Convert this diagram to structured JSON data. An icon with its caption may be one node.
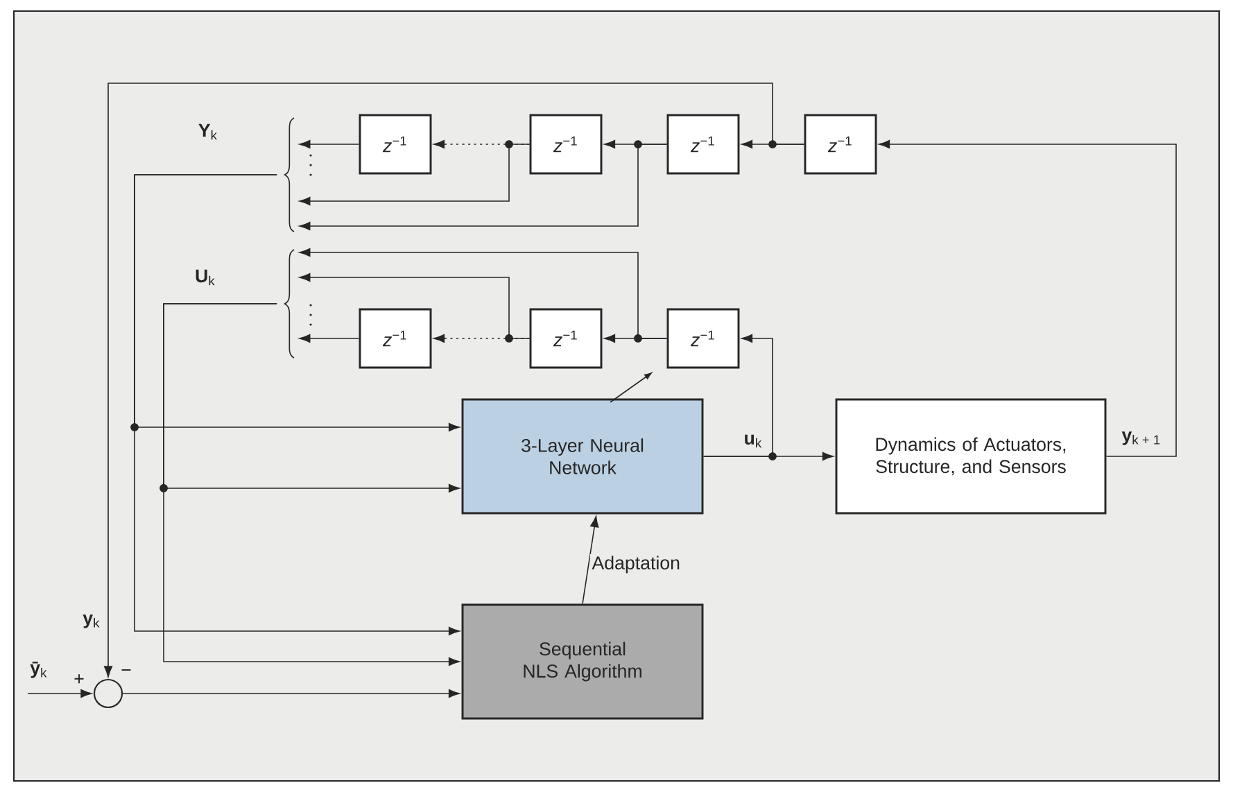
{
  "diagram": {
    "nodes": [
      {
        "text": [
          "*z*$^{−1}$"
        ]
      },
      {
        "text": [
          "*z*$^{−1}$"
        ]
      },
      {
        "text": [
          "*z*$^{−1}$"
        ]
      },
      {
        "text": [
          "*z*$^{−1}$"
        ]
      },
      {
        "text": [
          "*z*$^{−1}$"
        ]
      },
      {
        "text": [
          "*z*$^{−1}$"
        ]
      },
      {
        "text": [
          "*z*$^{−1}$"
        ]
      },
      {
        "text": [
          "3-Layer Neural Network"
        ]
      },
      {
        "text": [
          "Dynamics of Actuators, Structure, and Sensors"
        ]
      },
      {
        "text": [
          "Sequential NLS Algorithm"
        ]
      },
      {
        "text": [],
        "shape": "circle"
      },
      {
        "text": [],
        "shape": "brace",
        "beside": [
          "**Y**$_{k}$"
        ]
      },
      {
        "text": [],
        "shape": "brace",
        "beside": [
          "**U**$_{k}$"
        ]
      }
    ],
    "edges": [
      {
        "from": 3,
        "to": 2,
        "arrow": "to"
      },
      {
        "from": 3,
        "to": 10,
        "arrow": "to",
        "label": "**y**$_{k}$"
      },
      {
        "from": 2,
        "to": 1,
        "arrow": "to"
      },
      {
        "from": 2,
        "to": 11,
        "arrow": "to"
      },
      {
        "from": 1,
        "to": 0,
        "arrow": "to",
        "style": "dashed"
      },
      {
        "from": 1,
        "to": 11,
        "arrow": "to"
      },
      {
        "from": 0,
        "to": 11,
        "arrow": "to"
      },
      {
        "from": 8,
        "to": 3,
        "arrow": "to",
        "label": "**y**$_{k + 1}$"
      },
      {
        "from": 7,
        "to": 8,
        "arrow": "to",
        "label": "**u**$_{k}$"
      },
      {
        "from": 7,
        "to": 6,
        "arrow": "to"
      },
      {
        "from": 6,
        "to": 5,
        "arrow": "to"
      },
      {
        "from": 6,
        "to": 12,
        "arrow": "to"
      },
      {
        "from": 5,
        "to": 4,
        "arrow": "to",
        "style": "dashed"
      },
      {
        "from": 5,
        "to": 12,
        "arrow": "to"
      },
      {
        "from": 4,
        "to": 12,
        "arrow": "to"
      },
      {
        "from": 11,
        "to": 7,
        "arrow": "to"
      },
      {
        "from": 11,
        "to": 9,
        "arrow": "to"
      },
      {
        "from": 12,
        "to": 7,
        "arrow": "to"
      },
      {
        "from": 12,
        "to": 9,
        "arrow": "to"
      },
      {
        "from": 10,
        "to": 9,
        "arrow": "to"
      },
      {
        "from": null,
        "to": 10,
        "arrow": "to",
        "label": "**ȳ**$_{k}$"
      },
      {
        "from": 9,
        "to": 7,
        "arrow": "to",
        "label": "Adaptation"
      }
    ],
    "labels": [
      "+",
      "−"
    ]
  }
}
